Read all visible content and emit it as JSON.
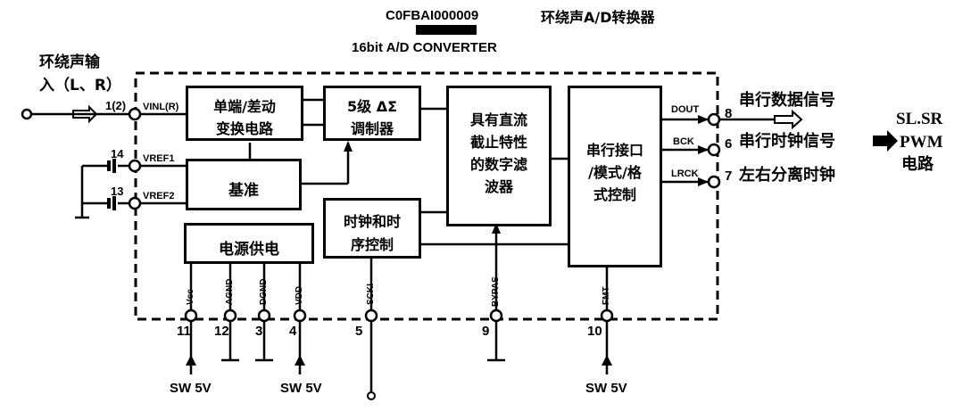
{
  "header": {
    "part_number": "C0FBAI000009",
    "subtitle": "16bit A/D CONVERTER",
    "title_cn": "环绕声A/D转换器"
  },
  "input": {
    "label_line1": "环绕声输",
    "label_line2": "入（L、R）"
  },
  "blocks": {
    "single_diff_line1": "单端/差动",
    "single_diff_line2": "变换电路",
    "modulator_line1": "5级 ΔΣ",
    "modulator_line2": "调制器",
    "filter_line1": "具有直流",
    "filter_line2": "截止特性",
    "filter_line3": "的数字滤",
    "filter_line4": "波器",
    "serial_line1": "串行接口",
    "serial_line2": "/模式/格",
    "serial_line3": "式控制",
    "reference": "基准",
    "power": "电源供电",
    "clock_line1": "时钟和时",
    "clock_line2": "序控制"
  },
  "pins": {
    "vinl": "VINL(R)",
    "vinl_num": "1(2)",
    "vref1": "VREF1",
    "vref1_num": "14",
    "vref2": "VREF2",
    "vref2_num": "13",
    "vcc": "Vcc",
    "vcc_num": "11",
    "agnd": "AGND",
    "agnd_num": "12",
    "dgnd": "DGND",
    "dgnd_num": "3",
    "vdd": "VDD",
    "vdd_num": "4",
    "scki": "SCKI",
    "scki_num": "5",
    "bypas": "BYPAS",
    "bypas_num": "9",
    "fmt": "FMT",
    "fmt_num": "10",
    "dout": "DOUT",
    "dout_num": "8",
    "bck": "BCK",
    "bck_num": "6",
    "lrck": "LRCK",
    "lrck_num": "7"
  },
  "outputs": {
    "serial_data": "串行数据信号",
    "serial_clock": "串行时钟信号",
    "lr_clock": "左右分离时钟"
  },
  "destination": {
    "line1": "SL.SR",
    "line2": "PWM",
    "line3": "电路"
  },
  "supplies": {
    "sw5v_a": "SW 5V",
    "sw5v_b": "SW 5V",
    "sw5v_c": "SW 5V"
  }
}
